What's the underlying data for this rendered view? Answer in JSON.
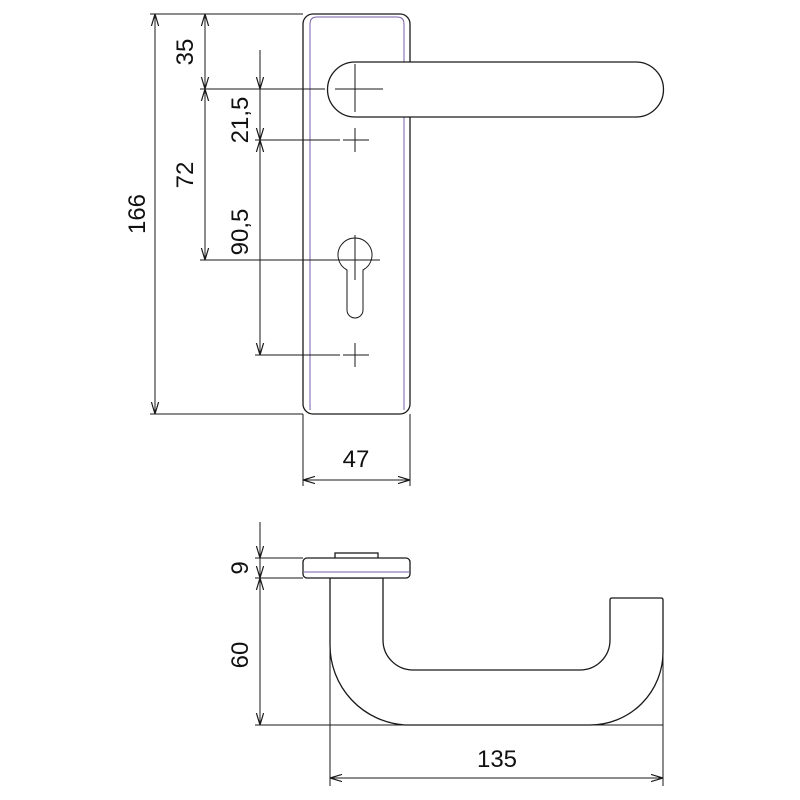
{
  "drawing": {
    "front_view": {
      "total_height": "166",
      "top_to_handle_axis": "35",
      "handle_axis_to_cylinder": "72",
      "handle_axis_to_screw": "21,5",
      "screw_to_screw": "90,5",
      "plate_width": "47"
    },
    "side_view": {
      "rosette_thickness": "9",
      "handle_projection": "60",
      "handle_length": "135"
    },
    "colors": {
      "line": "#1a1a1a",
      "inner_contour": "#7a5ea8"
    }
  }
}
